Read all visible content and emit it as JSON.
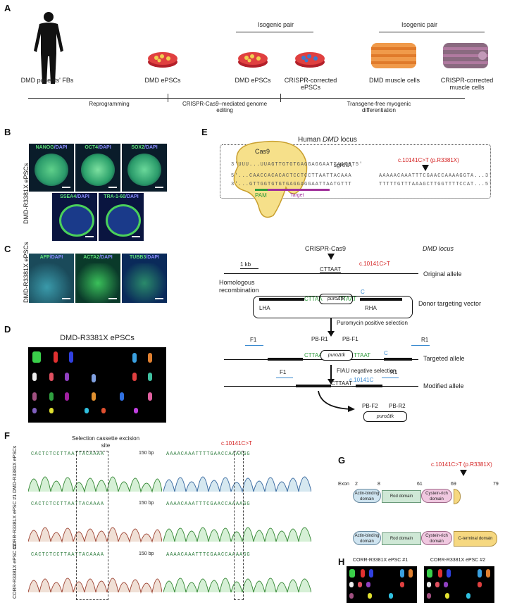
{
  "panels": {
    "A": "A",
    "B": "B",
    "C": "C",
    "D": "D",
    "E": "E",
    "F": "F",
    "G": "G",
    "H": "H"
  },
  "panel_a": {
    "isogenic_left": "Isogenic pair",
    "isogenic_right": "Isogenic pair",
    "stages": [
      "DMD patients' FBs",
      "DMD ePSCs",
      "DMD ePSCs",
      "CRISPR-corrected ePSCs",
      "DMD muscle cells",
      "CRISPR-corrected muscle cells"
    ],
    "steps": [
      "Reprogramming",
      "CRISPR-Cas9–mediated genome editing",
      "Transgene-free myogenic differentiation"
    ]
  },
  "panel_b": {
    "side_label": "DMD-R3381X ePSCs",
    "markers_top": [
      "NANOG",
      "OCT4",
      "SOX2"
    ],
    "markers_bottom": [
      "SSEA4",
      "TRA-1-60"
    ],
    "dapi": "/DAPI"
  },
  "panel_c": {
    "side_label": "DMD-R3381X ePSCs",
    "markers": [
      "AFP",
      "ACTA2",
      "TUBB3"
    ],
    "dapi": "/DAPI"
  },
  "panel_d": {
    "title": "DMD-R3381X ePSCs"
  },
  "panel_e": {
    "locus_title_pre": "Human ",
    "locus_title_em": "DMD",
    "locus_title_post": " locus",
    "cas9": "Cas9",
    "sgrna": "sgRNA",
    "mutation": "c.10141C>T (p.R3381X)",
    "pam": "PAM",
    "target": "Target",
    "seq_top_left": "3'UUU...UUAGTTGTGTGAGGAGGAATTAATGT5'",
    "seq_mid_left": "5'...CAACCACACACTCCTCCTTAATTACAAA",
    "seq_bot_left": "3'...GTTGGTGTGTGAGGAGGAATTAATGTTT",
    "seq_mid_right": "AAAAACAAATTTCGAACCAAAAGGTA...3'",
    "seq_bot_right": "TTTTTGTTTAAAGCTTGGTTTTCCAT...5'",
    "crispr_cas9": "CRISPR-Cas9",
    "dmd_locus": "DMD locus",
    "kb": "1 kb",
    "ctt_aat": "CTTAAT",
    "c10141": "c.10141C>T",
    "original_allele": "Original allele",
    "homologous": "Homologous recombination",
    "lha": "LHA",
    "rha": "RHA",
    "cttaa": "CTTAA",
    "ttaat": "TTAAT",
    "c_letter": "C",
    "puro": "puroΔtk",
    "donor": "Donor targeting vector",
    "puro_sel": "Puromycin positive selection",
    "f1": "F1",
    "r1": "R1",
    "pb_r1": "PB-R1",
    "pb_f1": "PB-F1",
    "targeted": "Targeted allele",
    "fiau": "FIAU negative selection",
    "c10141c": "c.10141C",
    "modified": "Modified allele",
    "pb_f2": "PB-F2",
    "pb_r2": "PB-R2"
  },
  "panel_f": {
    "excision": "Selection cassette excision site",
    "mutation": "c.10141C>T",
    "seq_left": "CACTCTCCTTAATTACAAAA",
    "seq_right": "AAAACAAATTTTGAACCAAAAGG",
    "seq_right_corr": "AAAACAAATTTCGAACCAAAAGG",
    "bp": "150 bp",
    "rows": [
      "DMD-R3381X ePSCs",
      "CORR-R3381X ePSC #1",
      "CORR-R3381X ePSC #2"
    ]
  },
  "panel_g": {
    "mutation": "c.10141C>T (p.R3381X)",
    "exon": "Exon",
    "exon_nums": [
      "2",
      "8",
      "61",
      "69",
      "79"
    ],
    "domains": [
      "Actin-binding domain",
      "Rod domain",
      "Cystein-rich domain",
      "C-terminal domain"
    ]
  },
  "panel_h": {
    "titles": [
      "CORR-R3381X ePSC #1",
      "CORR-R3381X ePSC #2"
    ]
  },
  "colors": {
    "green_label": "#25c24a",
    "mutation_red": "#d42020",
    "pam_green": "#2c9a3a",
    "target_purple": "#a0309a",
    "primer_blue": "#3a8ad0",
    "cas9_fill": "#f6e08a"
  }
}
